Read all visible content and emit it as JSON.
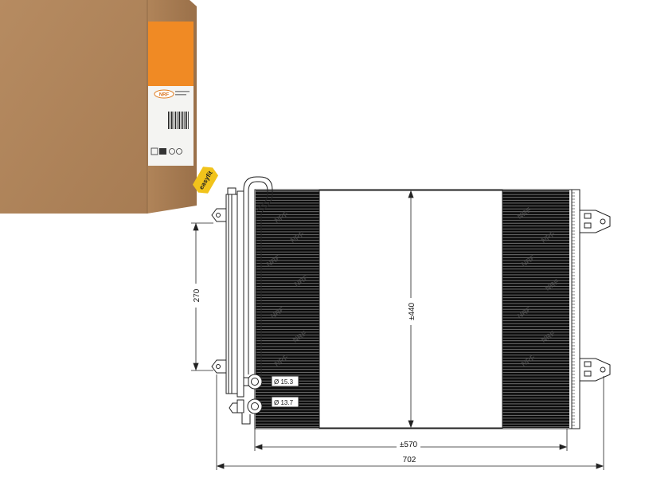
{
  "package": {
    "brand": "NRF",
    "badge": "easyfit",
    "colors": {
      "box": "#b58a5f",
      "box_dark": "#8e6742",
      "label": "#f08a24"
    }
  },
  "drawing": {
    "dimensions": {
      "height_main": "±440",
      "width_core": "±570",
      "width_total": "702",
      "bracket_spacing": "270"
    },
    "ports": {
      "upper": "Ø 15.3",
      "lower": "Ø 13.7"
    },
    "watermark": "NRF"
  }
}
